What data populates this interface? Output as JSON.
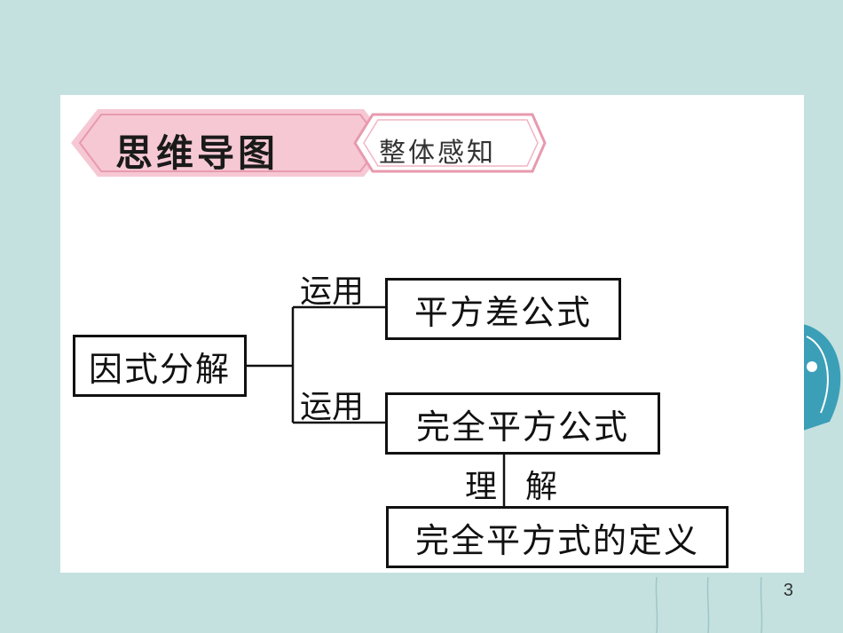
{
  "header": {
    "title": "思维导图",
    "subtitle": "整体感知"
  },
  "mindmap": {
    "root": "因式分解",
    "branches": [
      {
        "relation": "运用",
        "node": "平方差公式"
      },
      {
        "relation": "运用",
        "node": "完全平方公式"
      }
    ],
    "sub_relation_left": "理",
    "sub_relation_right": "解",
    "sub_node": "完全平方式的定义"
  },
  "page_number": "3",
  "colors": {
    "background": "#c4e1e0",
    "banner_fill": "#f6c8d4",
    "banner_stroke": "#e89aae",
    "line": "#111111"
  }
}
